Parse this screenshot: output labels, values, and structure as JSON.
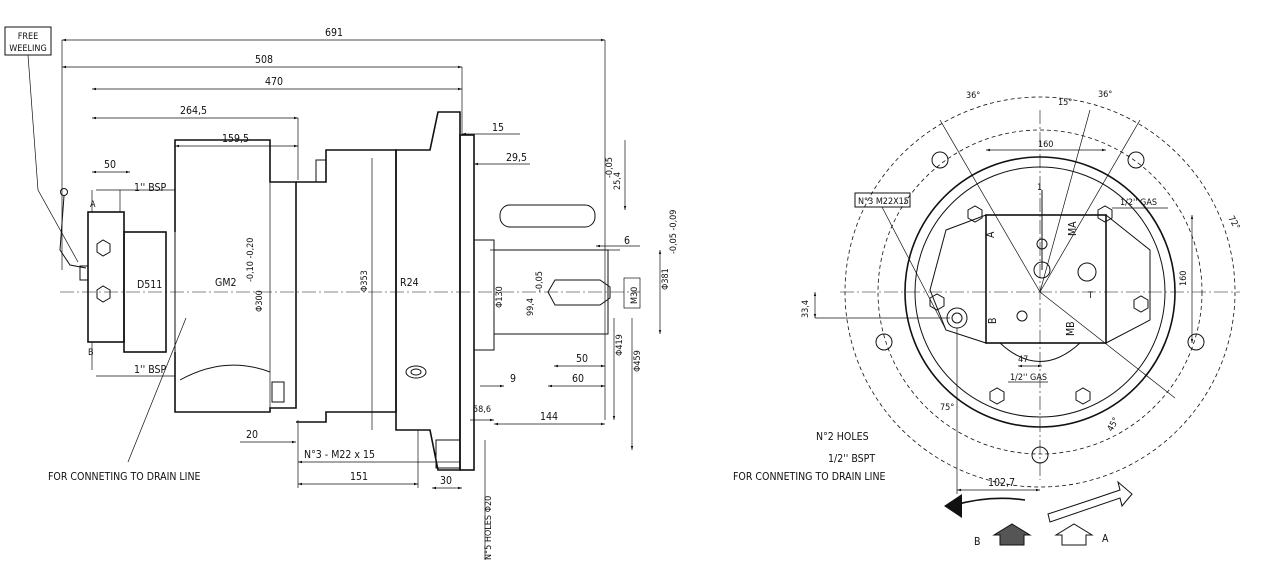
{
  "side_view": {
    "free_wheeling": [
      "FREE",
      "WEELING"
    ],
    "dims": {
      "d691": "691",
      "d508": "508",
      "d470": "470",
      "d264": "264,5",
      "d159": "159,5",
      "d50": "50",
      "d15": "15",
      "d29": "29,5",
      "d25": "25,4",
      "d25tol": "-0,05",
      "d6": "6",
      "d381": "Φ381",
      "d381tol": "-0,05 -0,09",
      "dia300": "Φ300",
      "dia300tol": "-0,10 -0,20",
      "dia353": "Φ353",
      "dia130": "Φ130",
      "d99": "99,4",
      "d99tol": "-0,05",
      "m30": "M30",
      "d50b": "50",
      "d60": "60",
      "dia419": "Φ419",
      "dia459": "Φ459",
      "d9": "9",
      "d58": "58,6",
      "d144": "144",
      "d20": "20",
      "m22": "N°3 - M22 x 15",
      "d151": "151",
      "d30": "30",
      "holes": "N°5 HOLES Φ20"
    },
    "labels": {
      "bsp_top": "1'' BSP",
      "bsp_bot": "1'' BSP",
      "a": "A",
      "b": "B",
      "d511": "D511",
      "gm2": "GM2",
      "r24": "R24",
      "drain": "FOR CONNETING TO DRAIN LINE"
    }
  },
  "front_view": {
    "dims": {
      "a36l": "36°",
      "a36r": "36°",
      "a15": "15°",
      "d160h": "160",
      "d160v": "160",
      "d33": "33,4",
      "d47": "47",
      "d102": "102,7",
      "a75": "75°",
      "a45": "45°",
      "a72": "72°"
    },
    "labels": {
      "m22_box": "N°3 M22X15",
      "gas_top": "1/2'' GAS",
      "gas_bot": "1/2'' GAS",
      "a": "A",
      "b": "B",
      "ma": "MA",
      "mb": "MB",
      "t": "T",
      "one": "1",
      "holes2": "N°2 HOLES",
      "bspt": "1/2'' BSPT",
      "drain": "FOR CONNETING TO DRAIN LINE",
      "rot_b": "B",
      "rot_a": "A"
    }
  }
}
